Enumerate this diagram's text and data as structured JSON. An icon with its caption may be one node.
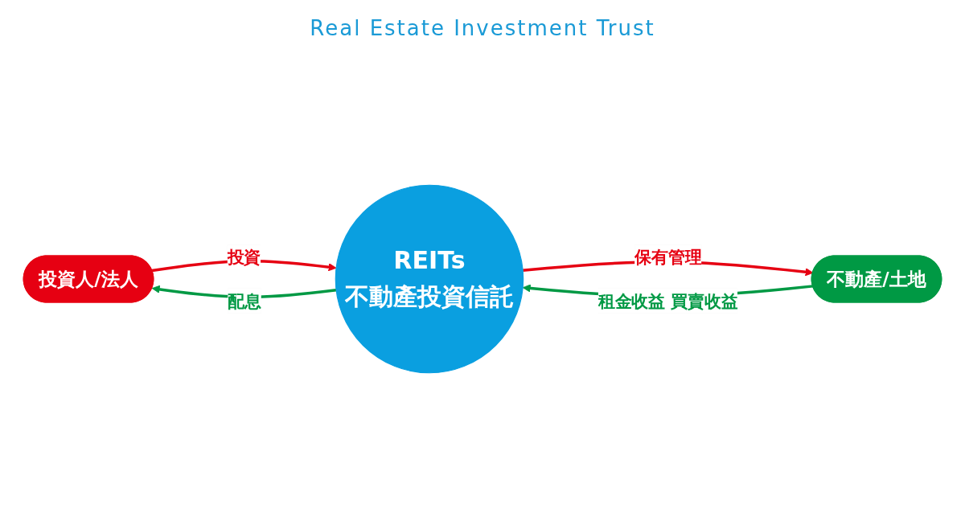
{
  "diagram": {
    "title": "Real Estate Investment Trust",
    "nodes": [
      {
        "text": [
          "投資人/法人"
        ]
      },
      {
        "text": [
          "REITs",
          "不動產投資信託"
        ]
      },
      {
        "text": [
          "不動產/土地"
        ]
      }
    ],
    "edges": [
      {
        "from": 0,
        "to": 1,
        "arrow": "to",
        "label": "投資",
        "color": "#e60012"
      },
      {
        "from": 1,
        "to": 0,
        "arrow": "to",
        "label": "配息",
        "color": "#009944"
      },
      {
        "from": 1,
        "to": 2,
        "arrow": "to",
        "label": "保有管理",
        "color": "#e60012"
      },
      {
        "from": 2,
        "to": 1,
        "arrow": "to",
        "label": "租金收益 買賣收益",
        "color": "#009944"
      }
    ]
  }
}
